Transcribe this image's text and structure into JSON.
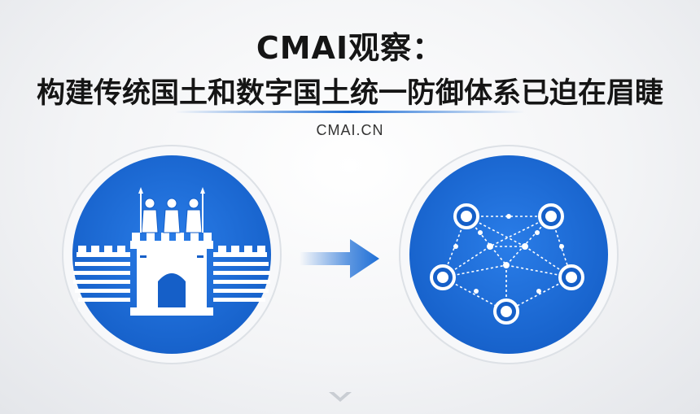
{
  "header": {
    "title_line1": "CMAI观察：",
    "title_line2": "构建传统国土和数字国土统一防御体系已迫在眉睫",
    "site": "CMAI.CN"
  },
  "icons": {
    "left": "fortress-with-guards-icon",
    "arrow": "right-arrow-icon",
    "right": "network-nodes-icon",
    "footer": "logo-mark-icon"
  },
  "colors": {
    "accent": "#1f6fd6",
    "badge_fill": "#1e6fd9",
    "ring": "#e9ecf0"
  }
}
